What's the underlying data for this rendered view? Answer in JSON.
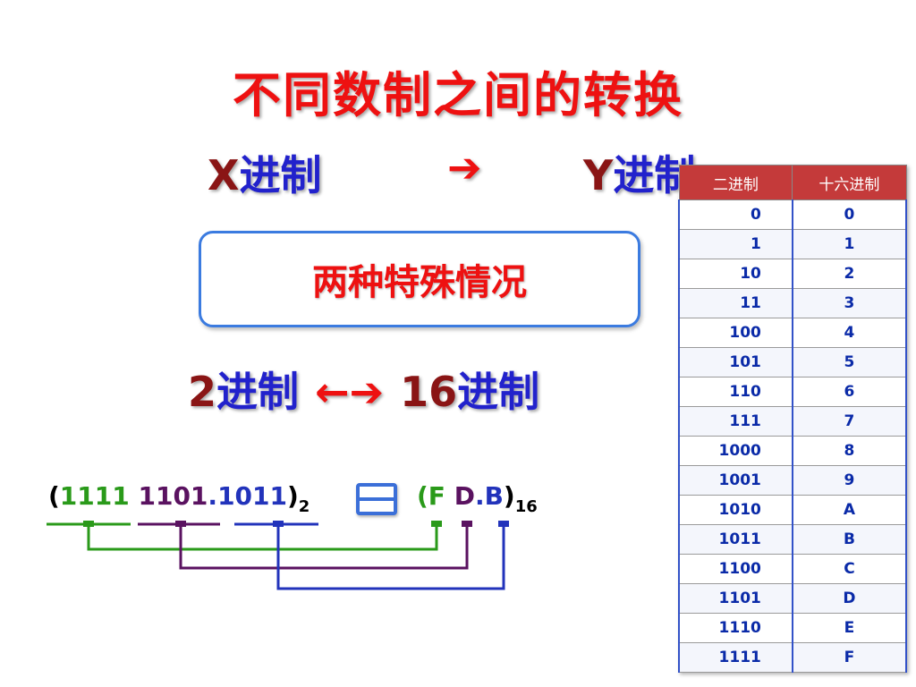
{
  "title": "不同数制之间的转换",
  "row1": {
    "x": "X",
    "x_suffix": "进制",
    "arrow": "➔",
    "y": "Y",
    "y_suffix": "进制"
  },
  "cases_box": "两种特殊情况",
  "row2": {
    "left_num": "2",
    "left_suffix": "进制",
    "arrow": "←➔",
    "right_num": "16",
    "right_suffix": "进制"
  },
  "equation": {
    "open": "(",
    "group1": "1111",
    "group2": "1101",
    "dot": ".",
    "group3": "1011",
    "close": ")",
    "base_left": "2",
    "hex_open": "(F",
    "hex_d": "D",
    "hex_dot": ".",
    "hex_b": "B",
    "hex_close": ")",
    "base_right": "16"
  },
  "table": {
    "headers": [
      "二进制",
      "十六进制"
    ],
    "rows": [
      [
        "0",
        "0"
      ],
      [
        "1",
        "1"
      ],
      [
        "10",
        "2"
      ],
      [
        "11",
        "3"
      ],
      [
        "100",
        "4"
      ],
      [
        "101",
        "5"
      ],
      [
        "110",
        "6"
      ],
      [
        "111",
        "7"
      ],
      [
        "1000",
        "8"
      ],
      [
        "1001",
        "9"
      ],
      [
        "1010",
        "A"
      ],
      [
        "1011",
        "B"
      ],
      [
        "1100",
        "C"
      ],
      [
        "1101",
        "D"
      ],
      [
        "1110",
        "E"
      ],
      [
        "1111",
        "F"
      ]
    ]
  },
  "colors": {
    "title": "#ee1111",
    "green": "#2a9a1a",
    "purple": "#5a1260",
    "blue": "#2233bb",
    "header": "#c43a3a"
  }
}
